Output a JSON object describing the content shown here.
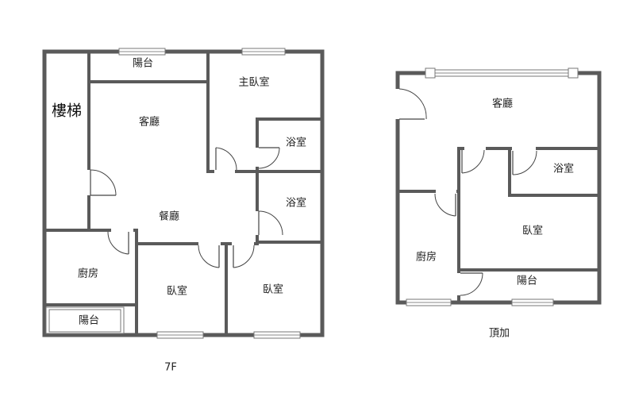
{
  "floor_7f": {
    "label": "7F",
    "rooms": {
      "stairs": "樓梯",
      "balcony_top": "陽台",
      "master_bedroom": "主臥室",
      "living_room": "客廳",
      "bathroom_1": "浴室",
      "bathroom_2": "浴室",
      "dining_room": "餐廳",
      "kitchen": "廚房",
      "balcony_bottom": "陽台",
      "bedroom_1": "臥室",
      "bedroom_2": "臥室"
    }
  },
  "floor_roof": {
    "label": "頂加",
    "rooms": {
      "living_room": "客廳",
      "bathroom": "浴室",
      "bedroom": "臥室",
      "kitchen": "廚房",
      "balcony": "陽台"
    }
  }
}
